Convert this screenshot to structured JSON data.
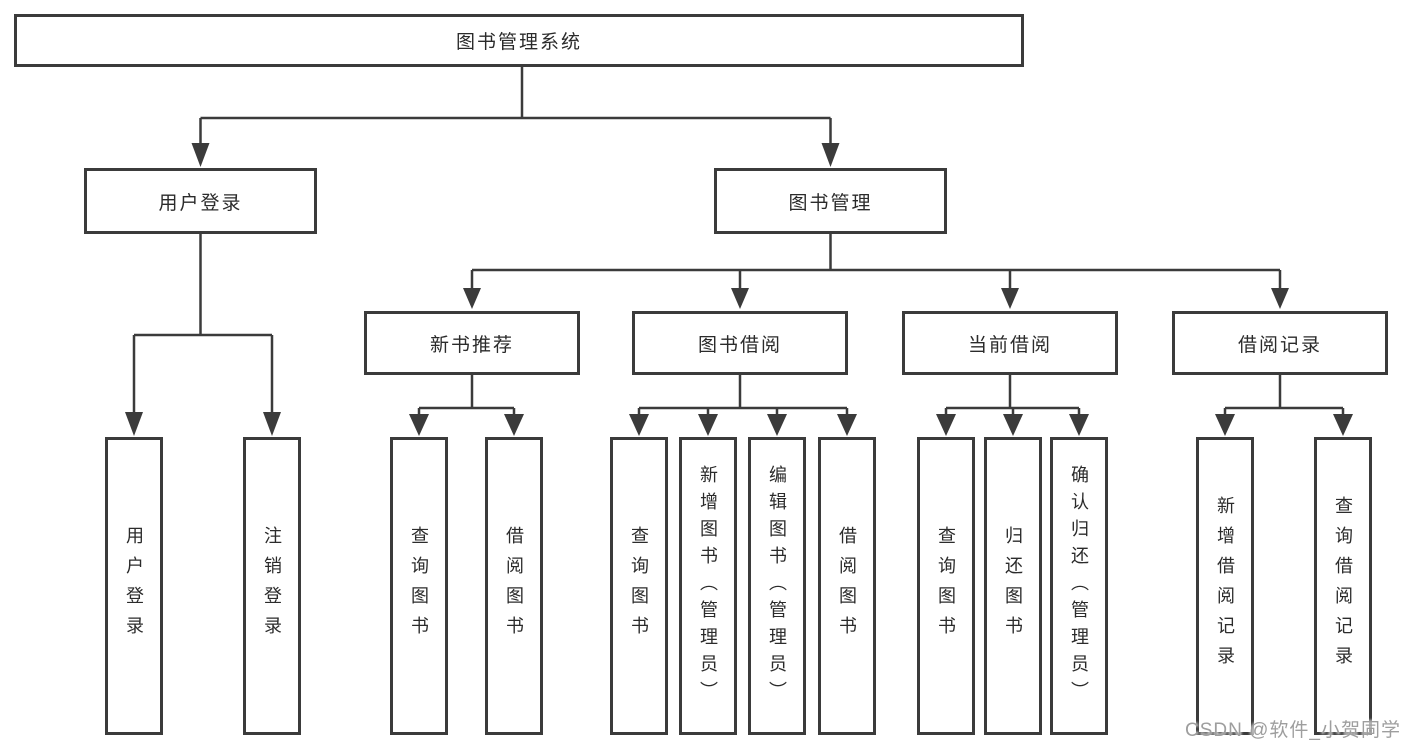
{
  "meta": {
    "background": "#ffffff",
    "line_color": "#3b3b3b",
    "text_color": "#2b2b2b",
    "watermark_color": "#9e9e9e"
  },
  "watermark": {
    "text": "CSDN @软件_小贺同学"
  },
  "nodes": {
    "root": {
      "label": "图书管理系统"
    },
    "user_login": {
      "label": "用户登录"
    },
    "book_management": {
      "label": "图书管理"
    },
    "new_book_recommend": {
      "label": "新书推荐"
    },
    "book_borrowing": {
      "label": "图书借阅"
    },
    "current_borrowing": {
      "label": "当前借阅"
    },
    "borrowing_records": {
      "label": "借阅记录"
    },
    "leaves": {
      "user_login_leaf": "用户登录",
      "logout_leaf": "注销登录",
      "query_books_recommend": "查询图书",
      "borrow_books_recommend": "借阅图书",
      "query_books_borrowing": "查询图书",
      "add_books_admin": "新增图书（管理员）",
      "edit_books_admin": "编辑图书（管理员）",
      "borrow_books_borrowing": "借阅图书",
      "query_books_current": "查询图书",
      "return_books": "归还图书",
      "confirm_return_admin": "确认归还（管理员）",
      "add_borrow_record": "新增借阅记录",
      "query_borrow_record": "查询借阅记录"
    }
  }
}
